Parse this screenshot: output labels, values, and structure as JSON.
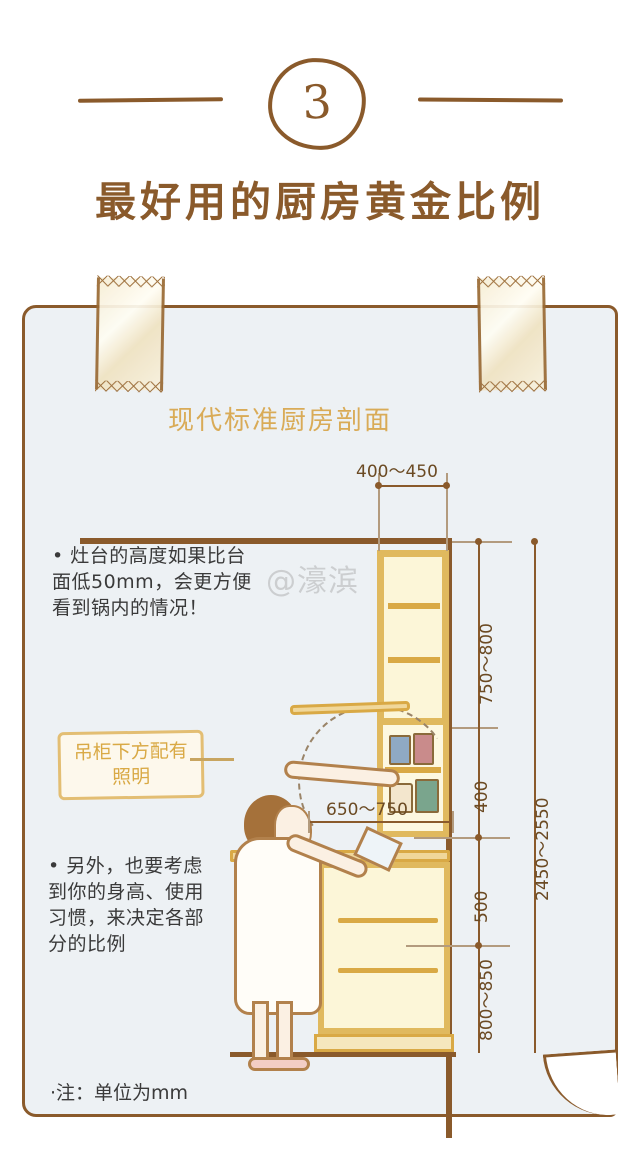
{
  "header": {
    "section_number": "3",
    "title": "最好用的厨房黄金比例"
  },
  "paper": {
    "subtitle": "现代标准厨房剖面",
    "watermark": "@濠滨",
    "callout": "吊柜下方配有照明",
    "notes": [
      "• 灶台的高度如果比台面低50mm，会更方便看到锅内的情况！",
      "• 另外，也要考虑到你的身高、使用习惯，来决定各部分的比例"
    ],
    "footnote": "·注：单位为mm"
  },
  "dimensions": {
    "cabinet_depth": "400～450",
    "upper_cabinet_height": "750～800",
    "backsplash_height": "400",
    "counter_to_upper": "500",
    "counter_height": "800～850",
    "total_height": "2450～2550",
    "counter_width": "650～750"
  },
  "colors": {
    "brown": "#8a5a2b",
    "gold": "#d9a945",
    "paper": "#edf1f4",
    "cabinet_fill": "#fcf6d8"
  }
}
